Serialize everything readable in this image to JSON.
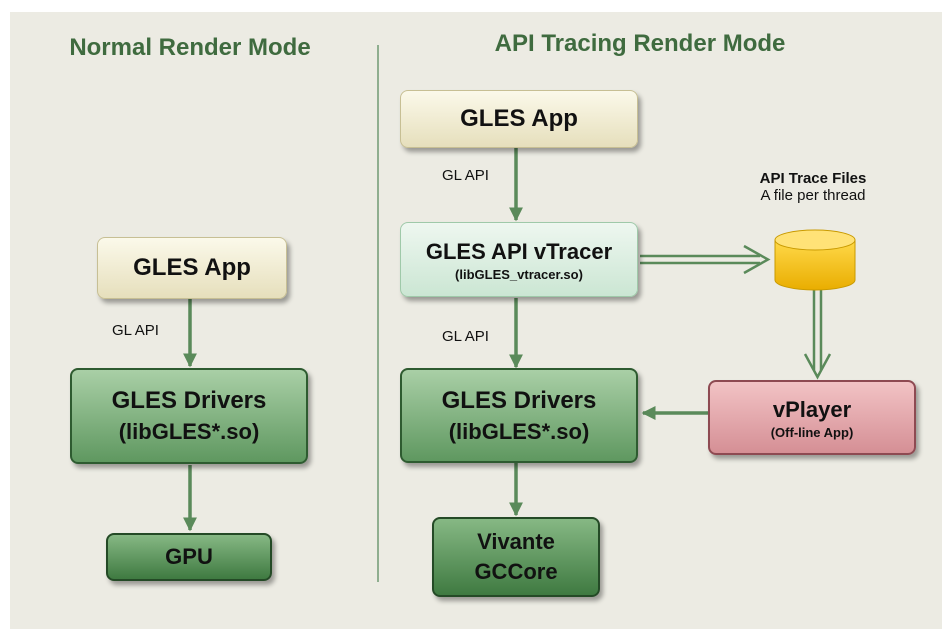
{
  "left_panel": {
    "title": "Normal Render Mode",
    "app": {
      "title": "GLES App"
    },
    "arrow_label": "GL API",
    "drivers": {
      "title": "GLES Drivers",
      "subtitle": "(libGLES*.so)"
    },
    "gpu": {
      "title": "GPU"
    }
  },
  "right_panel": {
    "title": "API Tracing Render Mode",
    "app": {
      "title": "GLES App"
    },
    "arrow_label_top": "GL API",
    "vtracer": {
      "title": "GLES API vTracer",
      "subtitle": "(libGLES_vtracer.so)"
    },
    "arrow_label_bottom": "GL API",
    "drivers": {
      "title": "GLES Drivers",
      "subtitle": "(libGLES*.so)"
    },
    "core": {
      "line1": "Vivante",
      "line2": "GCCore"
    },
    "trace_files": {
      "title": "API Trace Files",
      "subtitle": "A file per thread"
    },
    "vplayer": {
      "title": "vPlayer",
      "subtitle": "(Off-line App)"
    }
  },
  "colors": {
    "background": "#ecebe3",
    "title": "#3f6b3f",
    "arrow": "#5a8a5a",
    "driver_fill": "#7fb07e",
    "database": "#f5c20e",
    "vplayer_fill": "#e3a9ad"
  },
  "icons": [
    "database-icon"
  ]
}
